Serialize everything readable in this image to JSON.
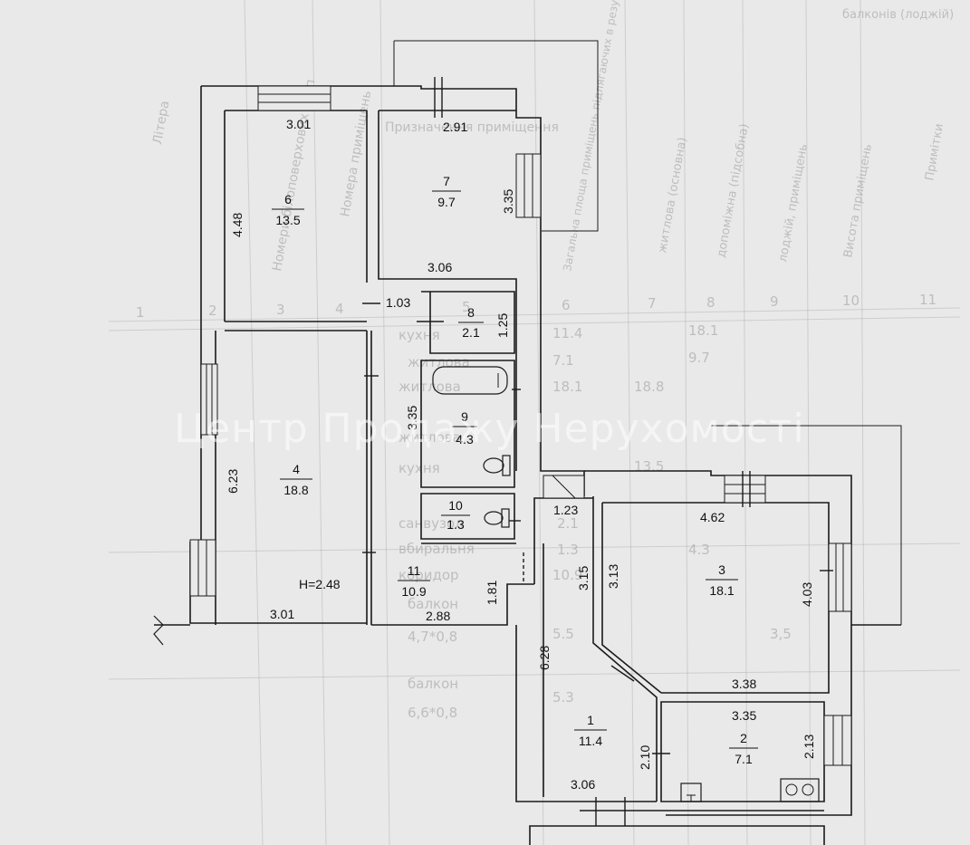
{
  "watermark": "Центр Продажу Нерухомості",
  "height_label": "H=2.48",
  "rooms": [
    {
      "id": "room-1",
      "number": "1",
      "area": "11.4"
    },
    {
      "id": "room-2",
      "number": "2",
      "area": "7.1"
    },
    {
      "id": "room-3",
      "number": "3",
      "area": "18.1"
    },
    {
      "id": "room-4",
      "number": "4",
      "area": "18.8"
    },
    {
      "id": "room-6",
      "number": "6",
      "area": "13.5"
    },
    {
      "id": "room-7",
      "number": "7",
      "area": "9.7"
    },
    {
      "id": "room-8",
      "number": "8",
      "area": "2.1"
    },
    {
      "id": "room-9",
      "number": "9",
      "area": "4.3"
    },
    {
      "id": "room-10",
      "number": "10",
      "area": "1.3"
    },
    {
      "id": "room-11",
      "number": "11",
      "area": "10.9"
    }
  ],
  "dimensions": {
    "r6_top": "3.01",
    "r6_side": "4.48",
    "r7_top": "2.91",
    "r7_side": "3.35",
    "r7_bottom": "3.06",
    "corr_1_03": "1.03",
    "r8_side": "1.25",
    "r9_side": "3.35",
    "r4_side": "6.23",
    "r4_bottom": "3.01",
    "r11_bottom": "2.88",
    "r11_side": "1.81",
    "r11_right": "3.15",
    "r1_top": "1.23",
    "r1_side": "6.28",
    "r1_bottom": "3.06",
    "r1_right": "2.10",
    "r3_top": "4.62",
    "r3_left": "3.13",
    "r3_right": "4.03",
    "r3_bottom": "3.38",
    "r2_top": "3.35",
    "r2_right": "2.13"
  },
  "background_table_text": [
    "Літера",
    "Номери білоповерхових груп",
    "Номера приміщень",
    "Призначення приміщення",
    "Загальна площа приміщень підлягаючих в результаті розрахунку площі (кв.м)",
    "житлова (основна)",
    "допоміжна (підсобна)",
    "лоджій, приміщень",
    "балконів (лоджій)",
    "Висота приміщень",
    "Примітки",
    "1",
    "2",
    "3",
    "4",
    "5",
    "6",
    "7",
    "8",
    "9",
    "10",
    "11",
    "кухня",
    "житлова",
    "житлова",
    "житлова",
    "кухня",
    "санвузол",
    "вбиральня",
    "коридор",
    "балкон",
    "4,7*0,8",
    "балкон",
    "6,6*0,8",
    "11.4",
    "7.1",
    "18.1",
    "18.8",
    "18.1",
    "13.5",
    "9.7",
    "2.1",
    "4.3",
    "1.3",
    "10.9",
    "5.5",
    "5.3",
    "3,5"
  ]
}
